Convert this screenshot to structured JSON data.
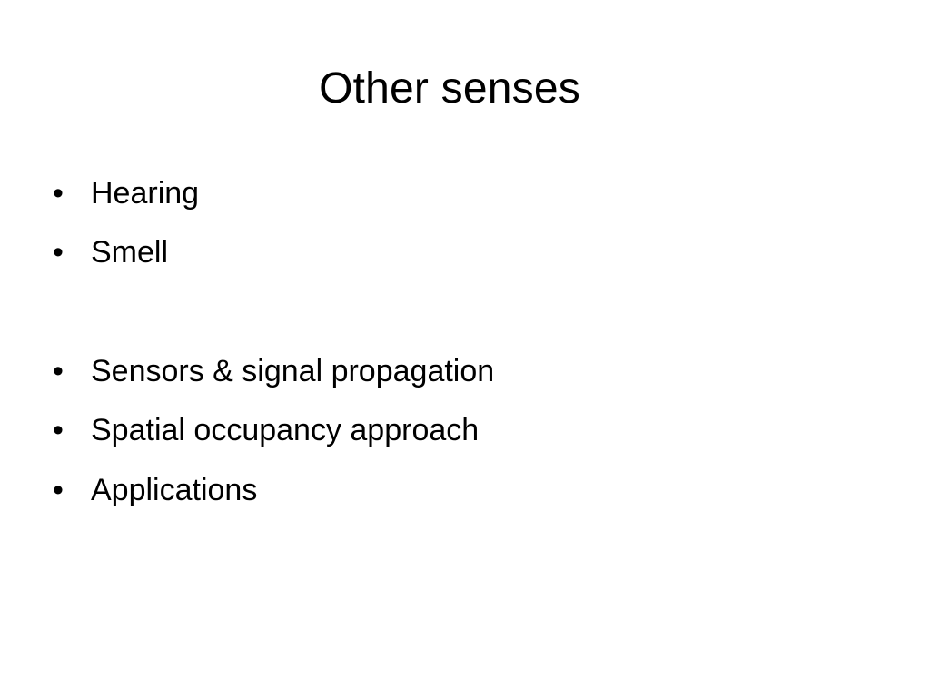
{
  "slide": {
    "title": "Other senses",
    "bullet_symbol": "•",
    "bullets": [
      {
        "text": "Hearing"
      },
      {
        "text": "Smell"
      },
      {
        "text": "Sensors & signal propagation"
      },
      {
        "text": "Spatial occupancy approach"
      },
      {
        "text": "Applications"
      }
    ]
  }
}
